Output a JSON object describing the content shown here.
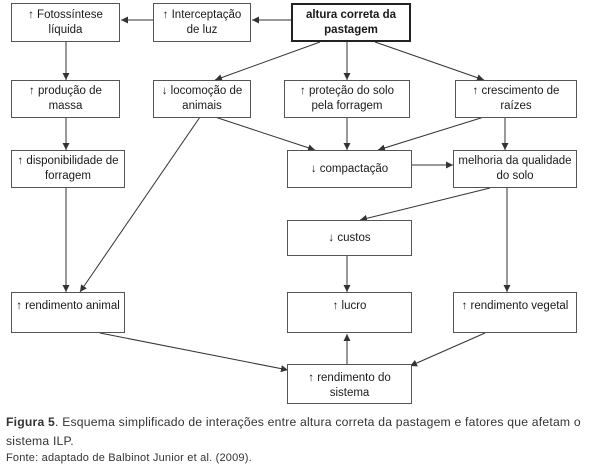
{
  "nodes": {
    "fotossintese": "↑ Fotossíntese líquida",
    "interceptacao": "↑ Interceptação de luz",
    "altura": "altura correta da pastagem",
    "producao": "↑ produção de massa",
    "locomocao": "↓ locomoção de animais",
    "protecao": "↑ proteção do solo pela forragem",
    "crescimento": "↑ crescimento de raízes",
    "disponibilidade": "↑ disponibilidade de forragem",
    "compactacao": "↓ compactação",
    "melhoria": "melhoria da qualidade do solo",
    "custos": "↓ custos",
    "rendimento_animal": "↑ rendimento animal",
    "lucro": "↑ lucro",
    "rendimento_vegetal": "↑ rendimento vegetal",
    "rendimento_sistema": "↑ rendimento do sistema"
  },
  "caption": {
    "label": "Figura 5",
    "text": ". Esquema simplificado de interações entre altura correta da pastagem e fatores que afetam o sistema ILP."
  },
  "source": "Fonte: adaptado de Balbinot Junior et al. (2009)."
}
